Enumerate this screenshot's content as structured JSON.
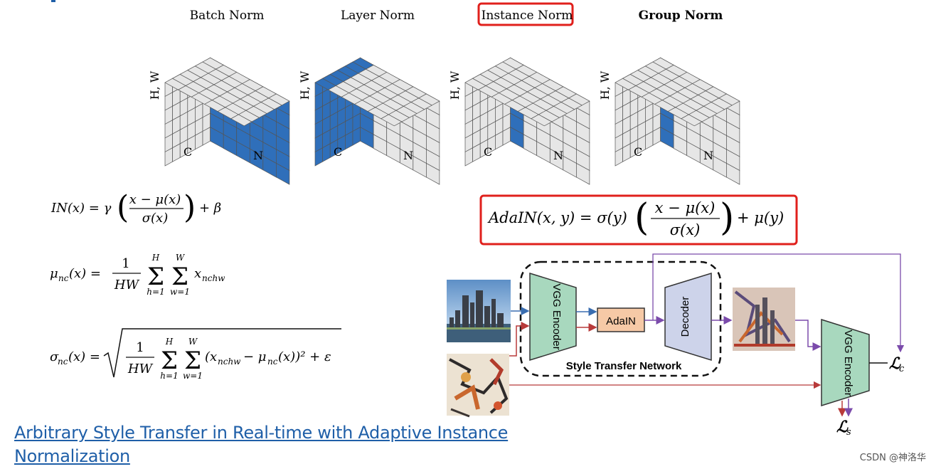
{
  "cubes": [
    {
      "title": "Batch Norm",
      "mode": "batch",
      "bold": false,
      "highlighted": false
    },
    {
      "title": "Layer Norm",
      "mode": "layer",
      "bold": false,
      "highlighted": false
    },
    {
      "title": "Instance Norm",
      "mode": "instance",
      "bold": false,
      "highlighted": true
    },
    {
      "title": "Group Norm",
      "mode": "group",
      "bold": true,
      "highlighted": false
    }
  ],
  "axis_labels": {
    "hw": "H, W",
    "c": "C",
    "n": "N"
  },
  "colors": {
    "fill_gray": "#e6e6e6",
    "fill_blue": "#2f6fba",
    "highlight": "#e0201c",
    "encoder": "#a8d8be",
    "decoder": "#cdd3ea",
    "adain": "#f6c9a6",
    "arrow_blue": "#3a6db0",
    "arrow_red": "#b83a3a",
    "arrow_purple": "#7b4bab",
    "link": "#1f5fa8"
  },
  "formulas": {
    "in": {
      "lhs": "IN(x) = γ",
      "num": "x − μ(x)",
      "den": "σ(x)",
      "rhs": "+ β"
    },
    "mu": {
      "lhs": "μ",
      "sub": "nc",
      "arg": "(x) =",
      "frac_num": "1",
      "frac_den": "HW",
      "sum1_top": "H",
      "sum1_bot": "h=1",
      "sum2_top": "W",
      "sum2_bot": "w=1",
      "term": "x",
      "term_sub": "nchw"
    },
    "sigma": {
      "lhs": "σ",
      "sub": "nc",
      "arg": "(x) =",
      "frac_num": "1",
      "frac_den": "HW",
      "sum1_top": "H",
      "sum1_bot": "h=1",
      "sum2_top": "W",
      "sum2_bot": "w=1",
      "term": "(x",
      "term_sub": "nchw",
      "term_mid": "− μ",
      "term_sub2": "nc",
      "term_end": "(x))² + ε"
    },
    "adain": {
      "lhs": "AdaIN(x, y) = σ(y)",
      "num": "x − μ(x)",
      "den": "σ(x)",
      "rhs": "+ μ(y)"
    }
  },
  "network": {
    "encoder_label": "VGG Encoder",
    "adain_label": "AdaIN",
    "decoder_label": "Decoder",
    "network_label": "Style Transfer Network",
    "encoder2_label": "VGG Encoder",
    "loss_c": "ℒ",
    "loss_c_sub": "c",
    "loss_s": "ℒ",
    "loss_s_sub": "s"
  },
  "link_text": "Arbitrary Style Transfer in Real-time with Adaptive Instance Normalization",
  "watermark": "CSDN @神洛华"
}
